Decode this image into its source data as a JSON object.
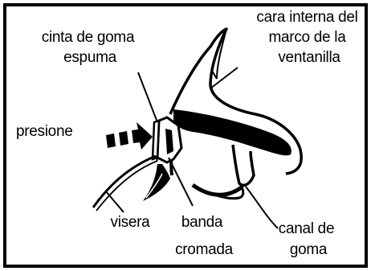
{
  "labels": {
    "cara_interna": [
      "cara interna del",
      "marco de la",
      "ventanilla"
    ],
    "cinta": [
      "cinta de goma",
      "espuma"
    ],
    "presione": "presione",
    "visera": "visera",
    "banda": [
      "banda",
      "cromada"
    ],
    "canal": [
      "canal de",
      "goma"
    ]
  },
  "colors": {
    "ink": "#000000",
    "background": "#ffffff"
  }
}
